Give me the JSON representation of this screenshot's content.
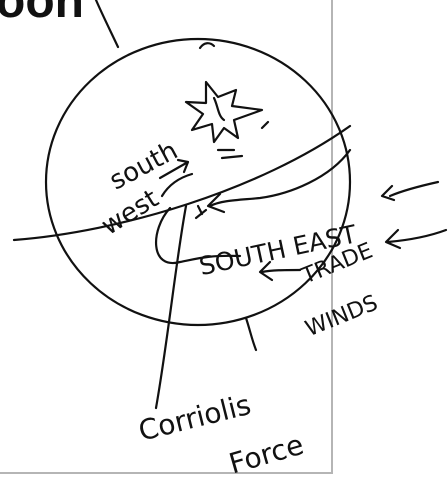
{
  "heading_fragment": "oon",
  "labels": {
    "south_west_1": "south",
    "south_west_2": "west",
    "south_east_1": "SOUTH EAST",
    "trade_1": "TRADE",
    "trade_2": "WINDS",
    "coriolis_1": "Corriolis",
    "coriolis_2": "Force"
  },
  "colors": {
    "ink": "#111111",
    "frame": "#b5b5b5",
    "background": "#ffffff"
  }
}
